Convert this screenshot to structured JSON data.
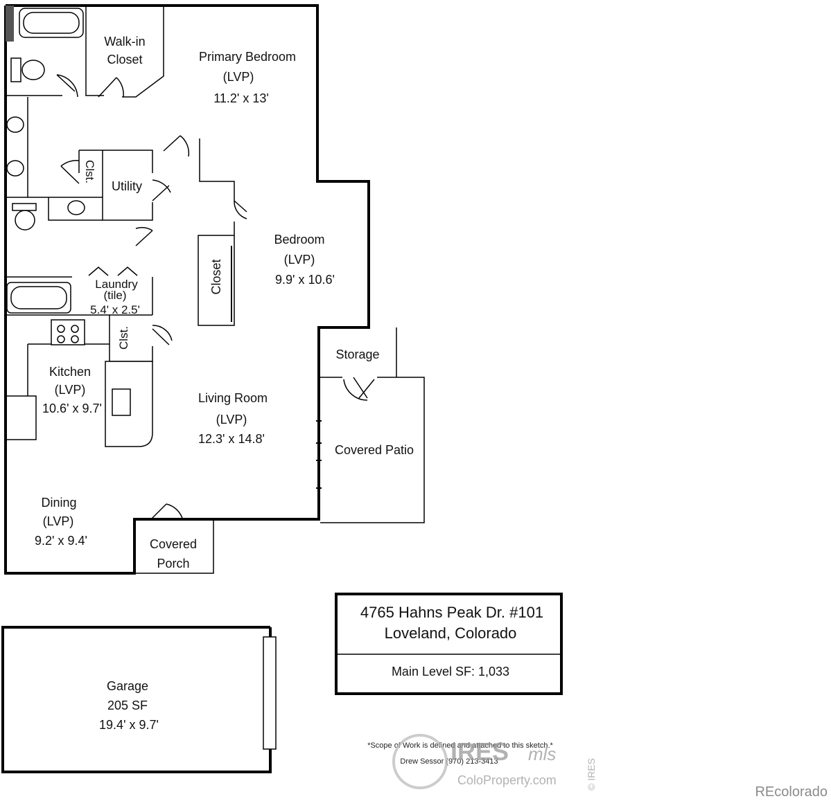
{
  "rooms": {
    "walkin_closet": {
      "line1": "Walk-in",
      "line2": "Closet"
    },
    "primary_bedroom": {
      "name": "Primary Bedroom",
      "floor": "(LVP)",
      "size": "11.2' x 13'"
    },
    "clst_upper": "Clst.",
    "utility": "Utility",
    "bedroom": {
      "name": "Bedroom",
      "floor": "(LVP)",
      "size": "9.9' x 10.6'"
    },
    "closet": "Closet",
    "laundry": {
      "name": "Laundry",
      "floor": "(tile)",
      "size": "5.4' x 2.5'"
    },
    "clst_lower": "Clst.",
    "kitchen": {
      "name": "Kitchen",
      "floor": "(LVP)",
      "size": "10.6' x 9.7'"
    },
    "living_room": {
      "name": "Living Room",
      "floor": "(LVP)",
      "size": "12.3' x 14.8'"
    },
    "storage": "Storage",
    "covered_patio": "Covered Patio",
    "dining": {
      "name": "Dining",
      "floor": "(LVP)",
      "size": "9.2' x 9.4'"
    },
    "covered_porch": {
      "line1": "Covered",
      "line2": "Porch"
    },
    "garage": {
      "name": "Garage",
      "area": "205 SF",
      "size": "19.4' x 9.7'"
    }
  },
  "info_box": {
    "address_line1": "4765 Hahns Peak Dr. #101",
    "address_line2": "Loveland, Colorado",
    "main_level_sf": "Main Level SF: 1,033"
  },
  "footer": {
    "scope_note": "*Scope of Work is defined and attached to this sketch.*",
    "contact_line": "Drew Sessor  (970) 213-3413",
    "watermark_main": "IRES",
    "watermark_mls": "mls",
    "watermark_site": "ColoProperty.com",
    "watermark_side": "© IRES",
    "brand": "REcolorado"
  }
}
